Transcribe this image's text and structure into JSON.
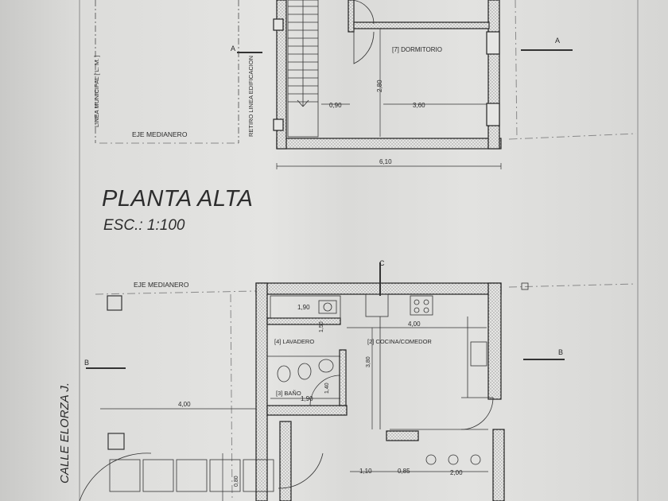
{
  "upper_floor": {
    "title": "PLANTA ALTA",
    "scale": "ESC.: 1:100",
    "room_dormitorio": "[7] DORMITORIO",
    "dim_090": "0,90",
    "dim_360": "3,60",
    "dim_280": "2,80",
    "dim_610": "6,10",
    "eje_medianero": "EJE MEDIANERO",
    "linea_municipal": "LINEA MUNICIPAL [ L. M. ]",
    "retiro": "RETIRO LINEA EDIFICACION",
    "section_a": "A"
  },
  "ground_floor": {
    "eje_medianero": "EJE MEDIANERO",
    "room_lavadero": "[4] LAVADERO",
    "room_cocina": "[2] COCINA/COMEDOR",
    "room_bano": "[3] BAÑO",
    "dim_190_top": "1,90",
    "dim_150": "1,50",
    "dim_400_kitchen": "4,00",
    "dim_380": "3,80",
    "dim_140": "1,40",
    "dim_190_bath": "1,90",
    "dim_400_left": "4,00",
    "dim_110": "1,10",
    "dim_085": "0,85",
    "dim_200": "2,00",
    "dim_080": "0,80",
    "section_b": "B",
    "section_c": "C",
    "street": "CALLE ELORZA J."
  }
}
